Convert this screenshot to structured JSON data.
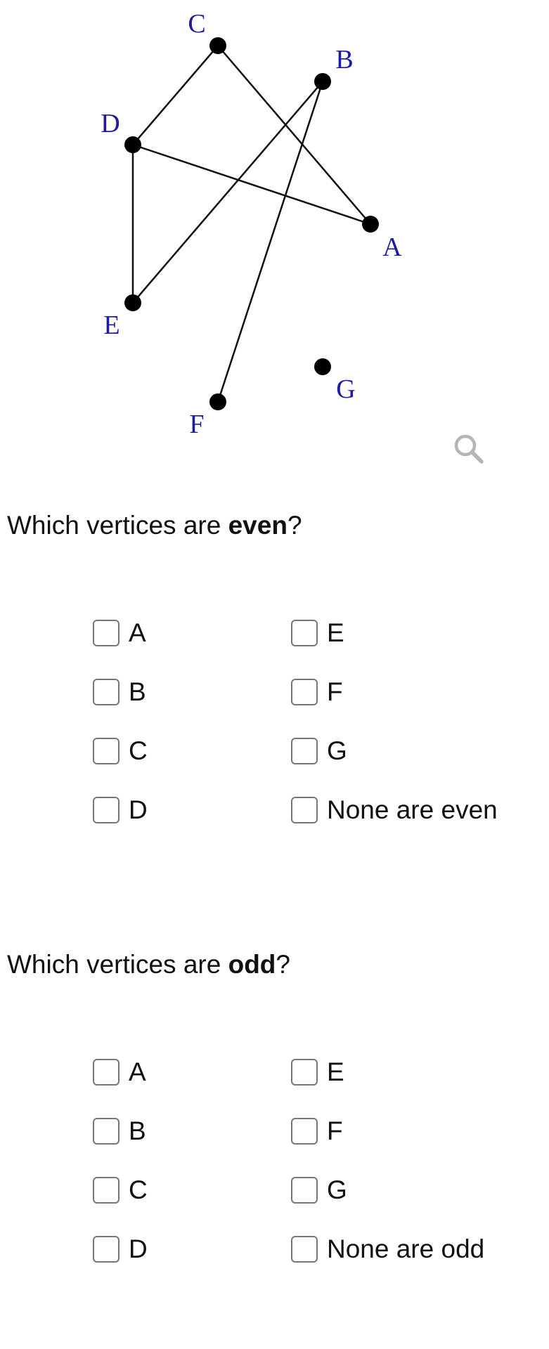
{
  "graph": {
    "vertices": [
      {
        "id": "A",
        "label": "A"
      },
      {
        "id": "B",
        "label": "B"
      },
      {
        "id": "C",
        "label": "C"
      },
      {
        "id": "D",
        "label": "D"
      },
      {
        "id": "E",
        "label": "E"
      },
      {
        "id": "F",
        "label": "F"
      },
      {
        "id": "G",
        "label": "G"
      }
    ],
    "edges": [
      [
        "C",
        "D"
      ],
      [
        "C",
        "A"
      ],
      [
        "D",
        "A"
      ],
      [
        "D",
        "E"
      ],
      [
        "E",
        "B"
      ],
      [
        "B",
        "F"
      ]
    ],
    "label_color": "#1a1aa6",
    "zoom_icon": "magnifier-icon"
  },
  "q_even": {
    "prefix": "Which vertices are ",
    "emph": "even",
    "suffix": "?",
    "options": [
      "A",
      "B",
      "C",
      "D",
      "E",
      "F",
      "G",
      "None are even"
    ]
  },
  "q_odd": {
    "prefix": "Which vertices are ",
    "emph": "odd",
    "suffix": "?",
    "options": [
      "A",
      "B",
      "C",
      "D",
      "E",
      "F",
      "G",
      "None are odd"
    ]
  }
}
